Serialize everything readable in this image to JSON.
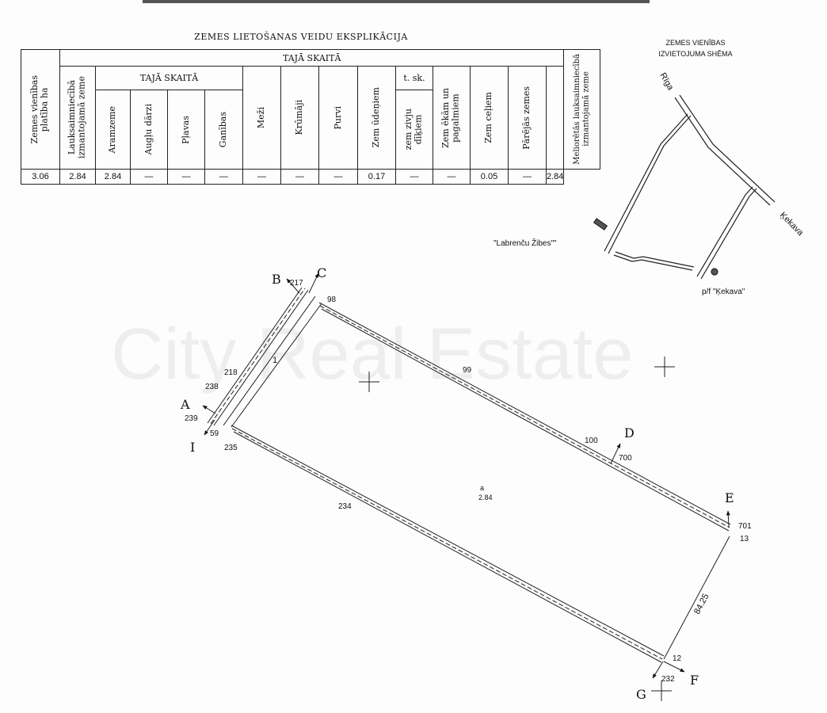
{
  "watermark": "City Real Estate",
  "table": {
    "title": "ZEMES  LIETOŠANAS  VEIDU EKSPLIKĀCIJA",
    "group_header": "TAJĀ SKAITĀ",
    "sub_group_header": "TAJĀ SKAITĀ",
    "tsk_header": "t. sk.",
    "col_area": "Zemes vienības\nplatība ha",
    "col_agri": "Lauksaimniecībā\nizmantojamā zeme",
    "sub_cols": [
      "Aramzeme",
      "Augļu dārzi",
      "Pļavas",
      "Ganības"
    ],
    "mid_cols": [
      "Meži",
      "Krūmāji",
      "Purvi",
      "Zem ūdeņiem"
    ],
    "col_ponds": "zem zivju\ndīķiem",
    "tail_cols": [
      "Zem ēkām un\npagalmiem",
      "Zem ceļiem",
      "Pārējās zemes"
    ],
    "col_melio": "Meliorētās lauksaimniecībā\nizmantojamā zeme",
    "values": [
      "3.06",
      "2.84",
      "2.84",
      "—",
      "—",
      "—",
      "—",
      "—",
      "—",
      "0.17",
      "—",
      "—",
      "0.05",
      "—",
      "2.84"
    ]
  },
  "schema": {
    "title_line1": "ZEMES VIENĪBAS",
    "title_line2": "IZVIETOJUMA SHĒMA",
    "road_riga": "Rīga",
    "road_kekava": "Ķekava",
    "place_labrencu": "\"Labrenču Žibes\"\"",
    "place_pf": "p/f \"Ķekava\""
  },
  "plan": {
    "points": {
      "A": "A",
      "B": "B",
      "C": "C",
      "D": "D",
      "E": "E",
      "F": "F",
      "G": "G",
      "I": "I"
    },
    "marks": [
      "217",
      "98",
      "99",
      "218",
      "238",
      "239",
      "59",
      "235",
      "234",
      "100",
      "700",
      "701",
      "13",
      "12",
      "232"
    ],
    "strip_no": "1",
    "side_length": "84.25",
    "parcel_code": "a",
    "parcel_area": "2.84"
  }
}
